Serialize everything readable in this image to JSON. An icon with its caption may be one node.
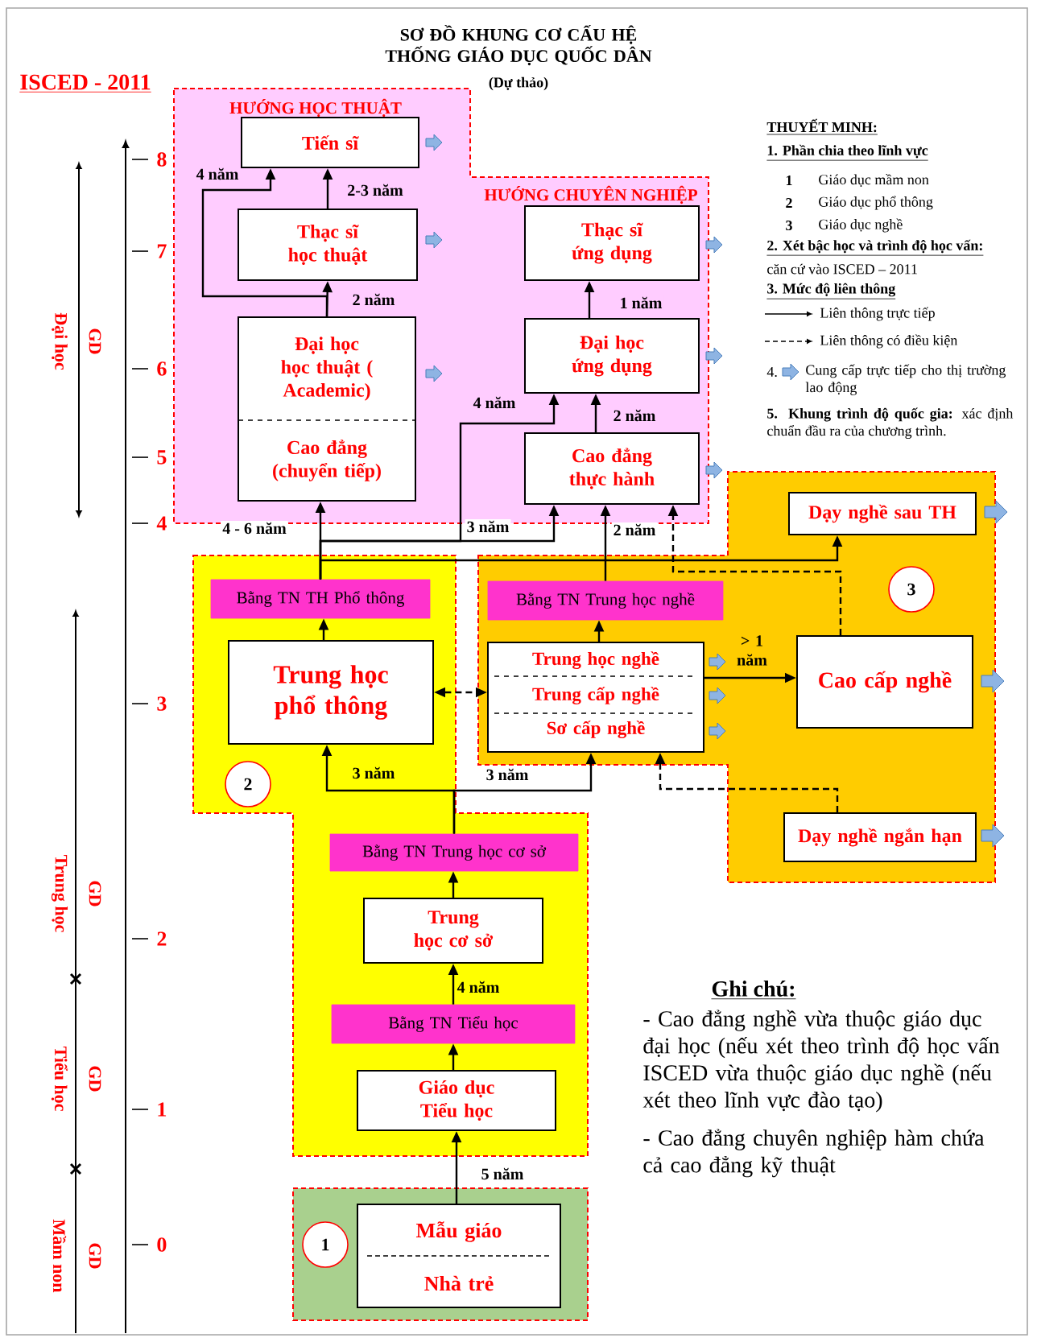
{
  "diagram": {
    "title": "SƠ ĐỒ KHUNG CƠ CẤU HỆ THỐNG GIÁO DỤC QUỐC DÂN",
    "nodes": [
      {
        "text": [
          "HƯỚNG HỌC THUẬT",
          "HƯỚNG CHUYÊN NGHIỆP"
        ]
      },
      {
        "text": [
          "Tiến sĩ"
        ],
        "in": 0
      },
      {
        "text": [
          "Thạc sĩ học thuật"
        ],
        "in": 0
      },
      {
        "text": [
          "Đại học học thuật ( Academic)",
          "Cao đẳng (chuyển tiếp)"
        ],
        "in": 0
      },
      {
        "text": [
          "Thạc sĩ ứng dụng"
        ],
        "in": 0
      },
      {
        "text": [
          "Đại học ứng dụng"
        ],
        "in": 0
      },
      {
        "text": [
          "Cao đẳng thực hành"
        ],
        "in": 0
      },
      {
        "text": [],
        "shape": "box"
      },
      {
        "text": [
          "Bằng TN TH Phổ thông"
        ],
        "in": 7
      },
      {
        "text": [
          "Trung học phổ thông"
        ],
        "in": 7
      },
      {
        "text": [
          "2"
        ],
        "in": 7
      },
      {
        "text": [],
        "shape": "box"
      },
      {
        "text": [
          "Dạy nghề sau TH"
        ],
        "in": 11
      },
      {
        "text": [
          "3"
        ],
        "in": 11
      },
      {
        "text": [
          "Bằng TN Trung học nghề"
        ],
        "in": 11
      },
      {
        "text": [
          "Trung học nghề",
          "Trung cấp nghề",
          "Sơ cấp nghề"
        ],
        "in": 11
      },
      {
        "text": [
          "Cao cấp nghề"
        ],
        "in": 11
      },
      {
        "text": [
          "Dạy nghề ngắn hạn"
        ],
        "in": 11
      },
      {
        "text": [
          "Bằng TN Trung học cơ sở"
        ],
        "in": 7
      },
      {
        "text": [
          "Trung học cơ sở"
        ],
        "in": 7
      },
      {
        "text": [
          "Bằng TN Tiểu học"
        ],
        "in": 7
      },
      {
        "text": [
          "Giáo dục Tiểu học"
        ],
        "in": 7
      },
      {
        "text": [],
        "shape": "box"
      },
      {
        "text": [
          "1"
        ],
        "in": 22
      },
      {
        "text": [
          "Mẫu giáo",
          "Nhà trẻ"
        ],
        "in": 22
      }
    ],
    "edges": [
      {
        "from": 3,
        "to": 2,
        "arrow": "to",
        "label": "2 năm"
      },
      {
        "from": 2,
        "to": 1,
        "arrow": "to",
        "label": "2-3 năm"
      },
      {
        "from": 3,
        "to": 1,
        "arrow": "to",
        "label": "4 năm"
      },
      {
        "from": 5,
        "to": 4,
        "arrow": "to",
        "label": "1 năm"
      },
      {
        "from": 6,
        "to": 5,
        "arrow": "to",
        "label": "2 năm"
      },
      {
        "from": 8,
        "to": 5,
        "arrow": "to",
        "label": "4 năm"
      },
      {
        "from": 8,
        "to": 3,
        "arrow": "to",
        "label": "4 - 6 năm"
      },
      {
        "from": 8,
        "to": 6,
        "arrow": "to",
        "label": "3 năm"
      },
      {
        "from": 8,
        "to": 12,
        "arrow": "to"
      },
      {
        "from": 14,
        "to": 6,
        "arrow": "to",
        "label": "2 năm"
      },
      {
        "from": 16,
        "to": 6,
        "arrow": "to",
        "style": "dashed"
      },
      {
        "from": 9,
        "to": 15,
        "arrow": "both",
        "style": "dashed"
      },
      {
        "from": 15,
        "to": 16,
        "arrow": "to",
        "label": "> 1 năm"
      },
      {
        "from": 17,
        "to": 15,
        "arrow": "to",
        "style": "dashed"
      },
      {
        "from": 9,
        "to": 8,
        "arrow": "to"
      },
      {
        "from": 15,
        "to": 14,
        "arrow": "to"
      },
      {
        "from": 18,
        "to": 9,
        "arrow": "to",
        "label": "3 năm"
      },
      {
        "from": 18,
        "to": 15,
        "arrow": "to",
        "label": "3 năm"
      },
      {
        "from": 19,
        "to": 18,
        "arrow": "to"
      },
      {
        "from": 20,
        "to": 19,
        "arrow": "to",
        "label": "4 năm"
      },
      {
        "from": 21,
        "to": 20,
        "arrow": "to"
      },
      {
        "from": 24,
        "to": 21,
        "arrow": "to",
        "label": "5 năm"
      },
      {
        "from": 1,
        "to": null,
        "arrow": "to",
        "color": "#8eb4e3"
      },
      {
        "from": 2,
        "to": null,
        "arrow": "to",
        "color": "#8eb4e3"
      },
      {
        "from": 3,
        "to": null,
        "arrow": "to",
        "color": "#8eb4e3"
      },
      {
        "from": 4,
        "to": null,
        "arrow": "to",
        "color": "#8eb4e3"
      },
      {
        "from": 5,
        "to": null,
        "arrow": "to",
        "color": "#8eb4e3"
      },
      {
        "from": 6,
        "to": null,
        "arrow": "to",
        "color": "#8eb4e3"
      },
      {
        "from": 12,
        "to": null,
        "arrow": "to",
        "color": "#8eb4e3"
      },
      {
        "from": 15,
        "to": null,
        "arrow": "to",
        "color": "#8eb4e3"
      },
      {
        "from": 15,
        "to": null,
        "arrow": "to",
        "color": "#8eb4e3"
      },
      {
        "from": 15,
        "to": null,
        "arrow": "to",
        "color": "#8eb4e3"
      },
      {
        "from": 16,
        "to": null,
        "arrow": "to",
        "color": "#8eb4e3"
      },
      {
        "from": 17,
        "to": null,
        "arrow": "to",
        "color": "#8eb4e3"
      }
    ],
    "labels": [
      "(Dự thảo)",
      "ISCED - 2011",
      "THUYẾT MINH:",
      "1. Phần chia theo lĩnh vực",
      "1",
      "Giáo dục mầm non",
      "2",
      "Giáo dục phổ thông",
      "3",
      "Giáo dục nghề",
      "2. Xét bậc học và trình độ học vấn:",
      "căn cứ vào ISCED – 2011",
      "3. Mức độ liên thông",
      "4.",
      "**5. Khung trình độ quốc gia:** xác định chuẩn đầu ra của chương trình.",
      "8",
      "7",
      "6",
      "5",
      "4",
      "3",
      "2",
      "1",
      "0",
      "GD",
      "Đại học",
      "GD",
      "Trung học",
      "GD",
      "Tiểu học",
      "GD",
      "Mầm non",
      "Ghi chú:",
      "- Cao đẳng nghề vừa thuộc giáo dục đại học (nếu xét theo trình độ học vấn ISCED vừa thuộc giáo dục nghề (nếu xét theo lĩnh vực đào tạo)",
      "- Cao đẳng chuyên nghiệp hàm chứa cả cao đẳng kỹ thuật"
    ],
    "legend": [
      {
        "text": "Liên thông trực tiếp"
      },
      {
        "text": "Liên thông có điều kiện"
      },
      {
        "text": "Cung cấp trực tiếp cho thị trường lao động"
      }
    ]
  }
}
